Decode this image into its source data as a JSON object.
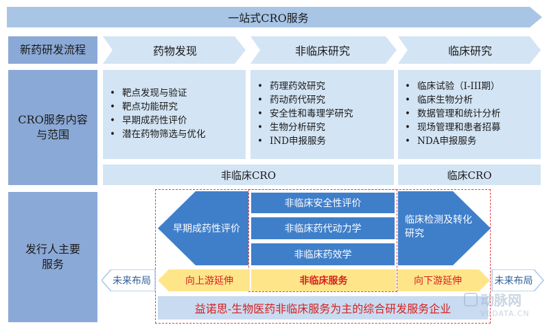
{
  "banner": {
    "title": "一站式CRO服务"
  },
  "rows": {
    "process_label": "新药研发流程",
    "scope_label": "CRO服务内容与范围",
    "issuer_label": "发行人主要服务"
  },
  "stages": [
    {
      "label": "药物发现"
    },
    {
      "label": "非临床研究"
    },
    {
      "label": "临床研究"
    }
  ],
  "scope": {
    "discovery": [
      "靶点发现与验证",
      "靶点功能研究",
      "早期成药性评价",
      "潜在药物筛选与优化"
    ],
    "nonclinical": [
      "药理药效研究",
      "药动药代研究",
      "安全性和毒理学研究",
      "生物分析研究",
      "IND申报服务"
    ],
    "clinical": [
      "临床试验（I-III期）",
      "临床生物分析",
      "数据管理和统计分析",
      "现场管理和患者招募",
      "NDA申报服务"
    ]
  },
  "cro_bars": {
    "nonclinical": "非临床CRO",
    "clinical": "临床CRO"
  },
  "services": {
    "left": "早期成药性评价",
    "middle": [
      "非临床安全性评价",
      "非临床药代动力学",
      "非临床药效学"
    ],
    "right": "临床检测及转化研究",
    "left_future": "未来布局",
    "right_future": "未来布局",
    "upstream": "向上游延伸",
    "core": "非临床服务",
    "downstream": "向下游延伸",
    "summary": "益诺思-生物医药非临床服务为主的综合研发服务企业"
  },
  "watermark": {
    "brand": "动脉网",
    "url": "VBDATA.CN"
  },
  "colors": {
    "banner": "#a8c5e6",
    "label": "#8ba9d6",
    "pale": "#d3e4f4",
    "service": "#3f7fca",
    "yellow": "#ffe58a",
    "core_text": "#d42020"
  }
}
